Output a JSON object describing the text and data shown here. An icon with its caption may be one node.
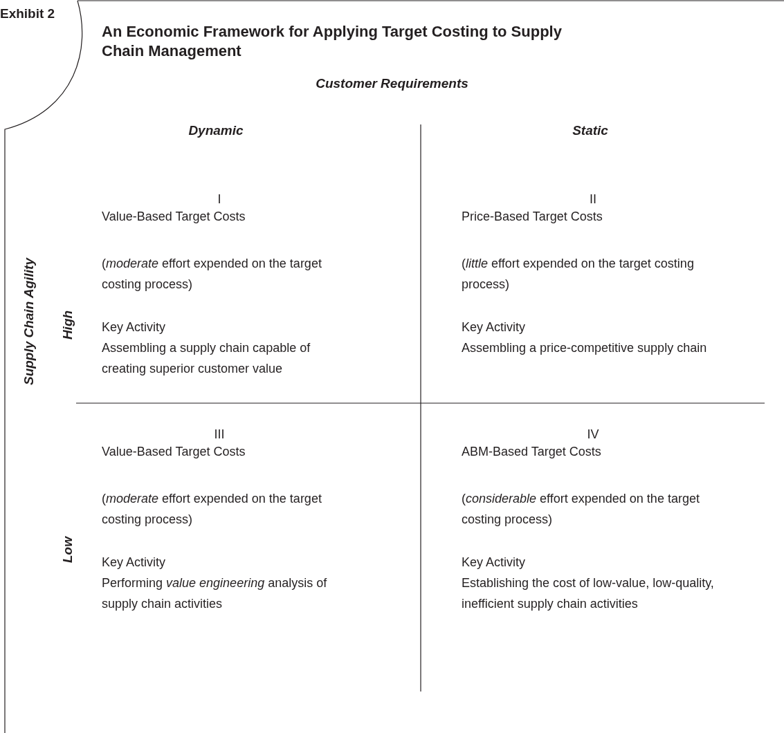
{
  "diagram": {
    "title": "An Economic Framework for Applying Target Costing to Supply Chain Management",
    "nodes": [
      {
        "text": [
          "Exhibit 2"
        ]
      }
    ],
    "labels": [
      "Customer Requirements",
      "Dynamic",
      "Static",
      "Supply Chain Agility",
      "High",
      "I",
      "Value-Based Target Costs",
      "(*moderate* effort expended on the target costing process)",
      "Key Activity",
      "Assembling a supply chain capable of creating superior customer value",
      "II",
      "Price-Based Target Costs",
      "(*little* effort expended on the target costing process)",
      "Key Activity",
      "Assembling a price-competitive supply chain",
      "Low",
      "III",
      "Value-Based Target Costs",
      "(*moderate* effort expended on the target costing process)",
      "Key Activity",
      "Performing *value engineering* analysis of supply chain activities",
      "IV",
      "ABM-Based Target Costs",
      "(*considerable* effort expended on the target costing process)",
      "Key Activity",
      "Establishing the cost of low-value, low-quality, inefficient supply chain activities"
    ]
  }
}
